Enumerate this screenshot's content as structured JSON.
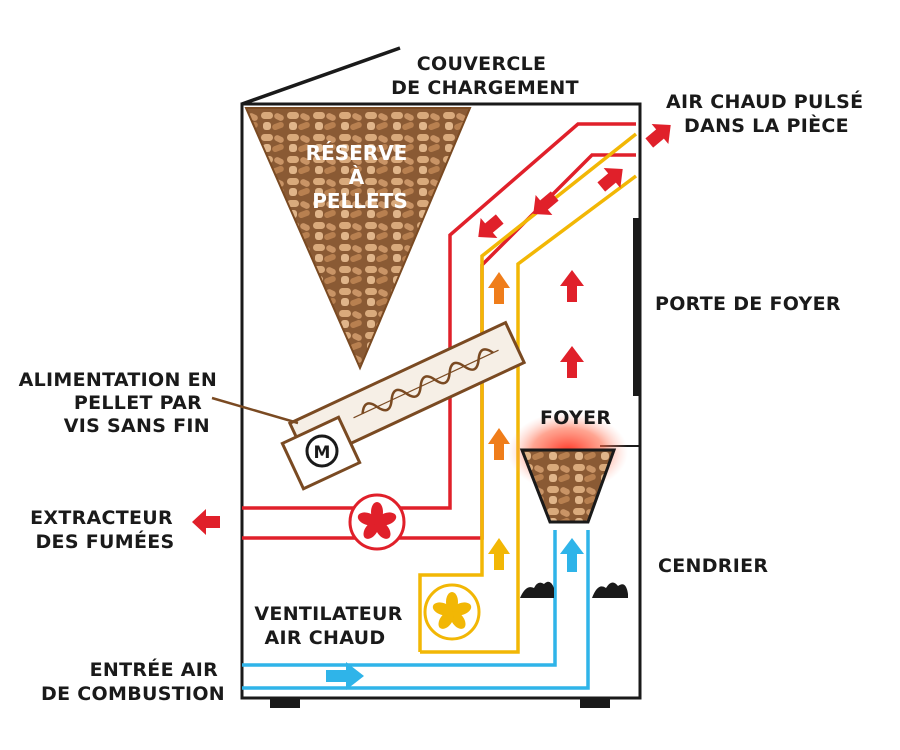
{
  "labels": {
    "lid": [
      "COUVERCLE",
      "DE CHARGEMENT"
    ],
    "hot_air_out": [
      "AIR CHAUD PULSÉ",
      "DANS LA PIÈCE"
    ],
    "reserve": [
      "RÉSERVE",
      "À",
      "PELLETS"
    ],
    "door": "PORTE DE FOYER",
    "feed": [
      "ALIMENTATION EN",
      "PELLET PAR",
      "VIS SANS FIN"
    ],
    "foyer": "FOYER",
    "motor": "M",
    "extractor": [
      "EXTRACTEUR",
      "DES FUMÉES"
    ],
    "ash": "CENDRIER",
    "fan": [
      "VENTILATEUR",
      "AIR CHAUD"
    ],
    "air_in": [
      "ENTRÉE AIR",
      "DE COMBUSTION"
    ]
  },
  "colors": {
    "fume_line": "#e0202a",
    "hot_air_line": "#f2b705",
    "combustion_air_line": "#2fb4e9",
    "auger": "#7a4a22",
    "pellet": "#c9986a",
    "frame": "#1a1a1a",
    "arrow_red": "#e0202a",
    "arrow_orange": "#ef7d1a",
    "arrow_yellow": "#f2b705",
    "arrow_blue": "#2fb4e9"
  },
  "icons": [
    "motor-icon",
    "extractor-fan-icon",
    "hot-air-fan-icon",
    "fire-glow-icon",
    "ash-pile-icon"
  ]
}
